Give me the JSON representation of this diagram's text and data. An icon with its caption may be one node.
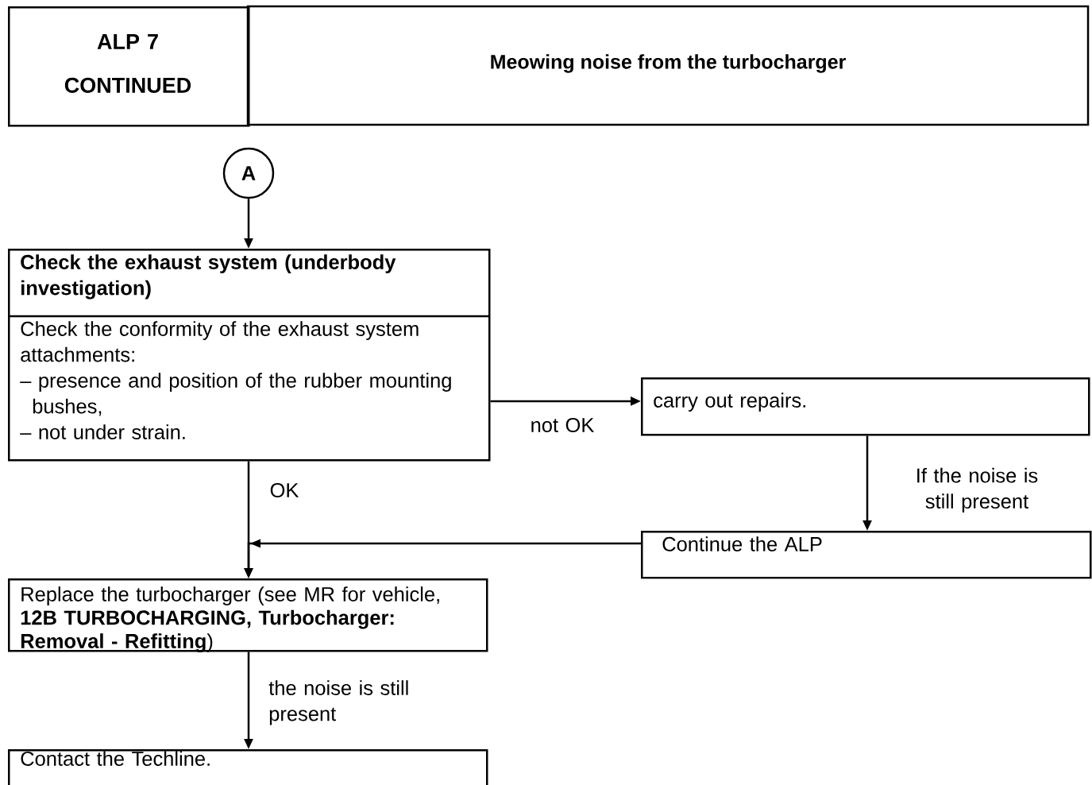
{
  "diagram": {
    "title": "Meowing noise from the turbocharger",
    "nodes": [
      {
        "text": [
          "ALP 7 CONTINUED"
        ]
      },
      {
        "text": [
          "A"
        ]
      },
      {
        "text": [
          "Check the exhaust system (underbody investigation)",
          "Check the conformity of the exhaust system attachments:",
          "– presence and position of the rubber mounting bushes,",
          "– not under strain."
        ]
      },
      {
        "text": [
          "carry out repairs."
        ]
      },
      {
        "text": [
          "Continue the ALP"
        ]
      },
      {
        "text": [
          "Replace the turbocharger (see MR for vehicle, **12B TURBOCHARGING, Turbocharger: Removal - Refitting**)"
        ]
      },
      {
        "text": [
          "Contact the Techline."
        ]
      }
    ],
    "edges": [
      {
        "from": 1,
        "to": 2,
        "arrow": "to"
      },
      {
        "from": 2,
        "to": 3,
        "arrow": "to",
        "label": "not OK"
      },
      {
        "from": 3,
        "to": 4,
        "arrow": "to",
        "label": "If the noise is still present"
      },
      {
        "from": 2,
        "to": 5,
        "arrow": "to",
        "label": "OK"
      },
      {
        "from": 4,
        "to": 5,
        "arrow": "to"
      },
      {
        "from": 5,
        "to": 6,
        "arrow": "to",
        "label": "the noise is still present"
      }
    ]
  }
}
